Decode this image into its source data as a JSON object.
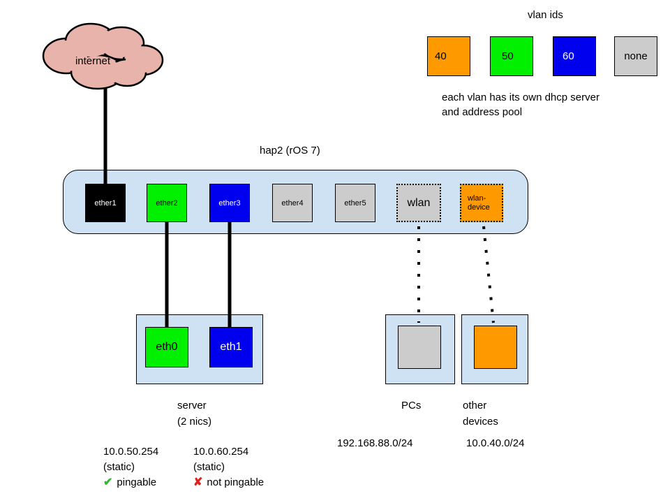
{
  "cloud": {
    "label": "internet",
    "fill": "#e8b3ab"
  },
  "legend": {
    "title": "vlan ids",
    "items": [
      {
        "label": "40",
        "color": "#ff9900"
      },
      {
        "label": "50",
        "color": "#00f000"
      },
      {
        "label": "60",
        "color": "#0000ee"
      },
      {
        "label": "none",
        "color": "#cccccc"
      }
    ],
    "note_lines": [
      "each vlan has its own dhcp server",
      "and address pool"
    ]
  },
  "router": {
    "title": "hap2 (rOS 7)",
    "ports": [
      {
        "label": "ether1",
        "color": "#000000",
        "border": "solid"
      },
      {
        "label": "ether2",
        "color": "#00f000",
        "border": "solid"
      },
      {
        "label": "ether3",
        "color": "#0000ee",
        "border": "solid"
      },
      {
        "label": "ether4",
        "color": "#cccccc",
        "border": "solid"
      },
      {
        "label": "ether5",
        "color": "#cccccc",
        "border": "solid"
      },
      {
        "label": "wlan",
        "color": "#cccccc",
        "border": "dotted"
      },
      {
        "label": "wlan-device",
        "label_lines": [
          "wlan-",
          "device"
        ],
        "color": "#ff9900",
        "border": "dotted"
      }
    ]
  },
  "server": {
    "caption_lines": [
      "server",
      "(2 nics)"
    ],
    "nics": [
      {
        "label": "eth0",
        "color": "#00f000"
      },
      {
        "label": "eth1",
        "color": "#0000ee"
      }
    ]
  },
  "pcs": {
    "caption": "PCs",
    "subnet": "192.168.88.0/24",
    "device_color": "#cccccc"
  },
  "other_devices": {
    "caption_lines": [
      "other",
      "devices"
    ],
    "subnet": "10.0.40.0/24",
    "device_color": "#ff9900"
  },
  "addresses": [
    {
      "ip": "10.0.50.254",
      "mode": "(static)",
      "status_icon": "✔",
      "status_text": "pingable",
      "status_color": "#2db82d"
    },
    {
      "ip": "10.0.60.254",
      "mode": "(static)",
      "status_icon": "✘",
      "status_text": "not pingable",
      "status_color": "#e01f1f"
    }
  ],
  "colors": {
    "container_fill": "#cfe2f3",
    "line": "#000000"
  }
}
